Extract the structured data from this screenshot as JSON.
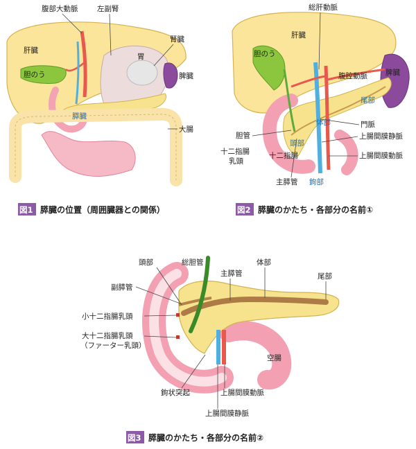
{
  "colors": {
    "liver": "#fbe59a",
    "liver_edge": "#d6b24e",
    "gallbladder": "#8cc63f",
    "stomach": "#ecd6d6",
    "spleen": "#8c4a9c",
    "pancreas": "#f7e38e",
    "intestine": "#f6b9c6",
    "intestine_stroke": "#e2859b",
    "vein": "#4fb0e0",
    "artery": "#e8584c",
    "duct": "#9a6a3a",
    "bile_duct": "#5aaa3c",
    "caption_badge": "#8c5aa6"
  },
  "fig1": {
    "labels": {
      "celiac_aorta": "腹部大動脈",
      "left_adrenal": "左副腎",
      "kidney": "腎臓",
      "liver": "肝臓",
      "stomach": "胃",
      "gallbladder": "胆のう",
      "spleen": "脾臓",
      "pancreas": "膵臓",
      "large_intestine": "大腸"
    },
    "caption_badge": "図1",
    "caption": "膵臓の位置（周囲臓器との関係）"
  },
  "fig2": {
    "labels": {
      "common_hepatic_artery": "総肝動脈",
      "liver": "肝臓",
      "gallbladder": "胆のう",
      "celiac_artery": "腹腔動脈",
      "spleen": "脾臓",
      "tail": "尾部",
      "body": "体部",
      "portal_vein": "門脈",
      "bile_duct": "胆管",
      "head": "頭部",
      "sup_mesenteric_vein": "上腸間膜静脈",
      "duodenal_papilla": "十二指腸\n乳頭",
      "duodenum": "十二指腸",
      "sup_mesenteric_artery": "上腸間膜動脈",
      "main_pancreatic_duct": "主膵管",
      "uncinate": "鉤部"
    },
    "caption_badge": "図2",
    "caption": "膵臓のかたち・各部分の名前①"
  },
  "fig3": {
    "labels": {
      "head": "頭部",
      "common_bile_duct": "総胆管",
      "body": "体部",
      "main_pancreatic_duct": "主膵管",
      "tail": "尾部",
      "accessory_duct": "副膵管",
      "minor_papilla": "小十二指腸乳頭",
      "major_papilla": "大十二指腸乳頭",
      "vater": "（ファーター乳頭）",
      "jejunum": "空腸",
      "uncinate_process": "鉤状突起",
      "sup_mesenteric_artery": "上腸間膜動脈",
      "sup_mesenteric_vein": "上腸間膜静脈"
    },
    "caption_badge": "図3",
    "caption": "膵臓のかたち・各部分の名前②"
  }
}
